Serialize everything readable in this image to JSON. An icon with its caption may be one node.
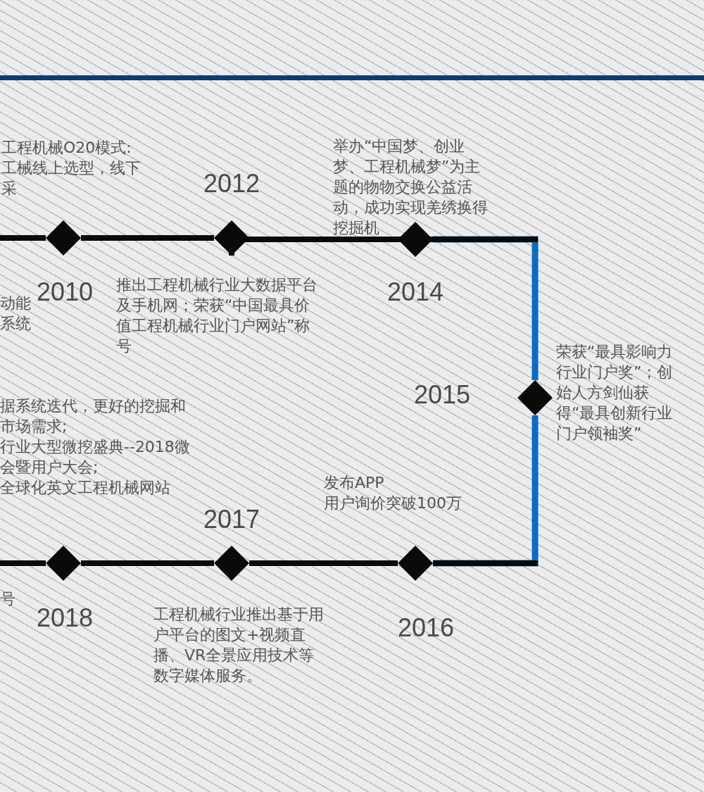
{
  "diagram": {
    "nodes": [
      {
        "text": [
          "2010"
        ],
        "beside": [
          "工程机械O20模式:工械线上选型，线下采"
        ]
      },
      {
        "text": [
          "2012"
        ],
        "beside": [
          "推出工程机械行业大数据平台及手机网；荣获“中国最具价值工程机械行业门户网站”称号"
        ]
      },
      {
        "text": [
          "2014"
        ],
        "beside": [
          "举办“中国梦、创业梦、工程机械梦”为主题的物物交换公益活动，成功实现羌绣换得挖掘机"
        ]
      },
      {
        "text": [
          "2015"
        ],
        "beside": [
          "荣获“最具影响力行业门户奖”；创始人方剑仙获得“最具创新行业门户领袖奖”"
        ]
      },
      {
        "text": [
          "2016"
        ],
        "beside": [
          "发布APP",
          "用户询价突破100万"
        ]
      },
      {
        "text": [
          "2017"
        ],
        "beside": [
          "工程机械行业推出基于用户平台的图文+视频直播、VR全景应用技术等数字媒体服务。"
        ]
      },
      {
        "text": [
          "2018"
        ],
        "beside": [
          "据系统迭代，更好的挖掘和市场需求;",
          "行业大型微挖盛典--2018微会暨用户大会;",
          "全球化英文工程机械网站"
        ]
      }
    ],
    "edges": [
      {
        "from": null,
        "to": 0,
        "arrow": "none"
      },
      {
        "from": 0,
        "to": 1,
        "arrow": "none"
      },
      {
        "from": 1,
        "to": 2,
        "arrow": "none"
      },
      {
        "from": 2,
        "to": 3,
        "arrow": "none",
        "color": "#0a6cc4"
      },
      {
        "from": 3,
        "to": 4,
        "arrow": "none",
        "color": "#0a6cc4"
      },
      {
        "from": 4,
        "to": 5,
        "arrow": "none"
      },
      {
        "from": 5,
        "to": 6,
        "arrow": "none"
      },
      {
        "from": 6,
        "to": null,
        "arrow": "none"
      }
    ],
    "labels": [
      "动能系统",
      "号"
    ]
  }
}
